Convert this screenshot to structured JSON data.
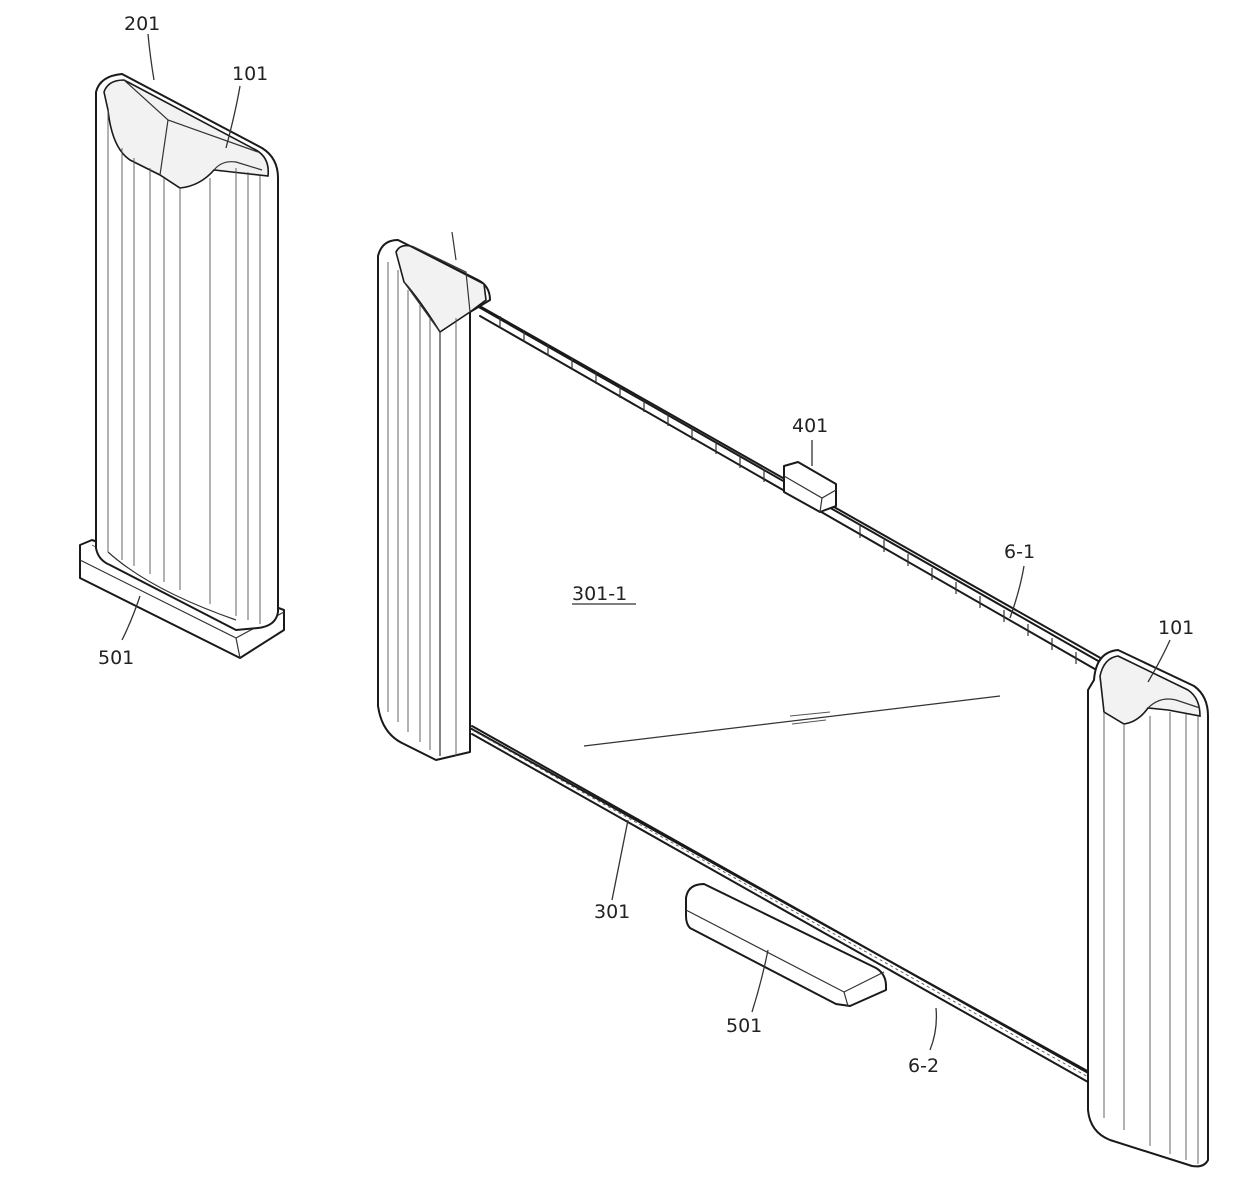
{
  "labels": {
    "housing_top_left": "201",
    "roller_top_left": "101",
    "base_left": "501",
    "bracket_top": "401",
    "guide_top": "6-1",
    "screen_area": "301-1",
    "roller_right": "101",
    "screen": "301",
    "base_bottom": "501",
    "guide_bottom": "6-2"
  }
}
